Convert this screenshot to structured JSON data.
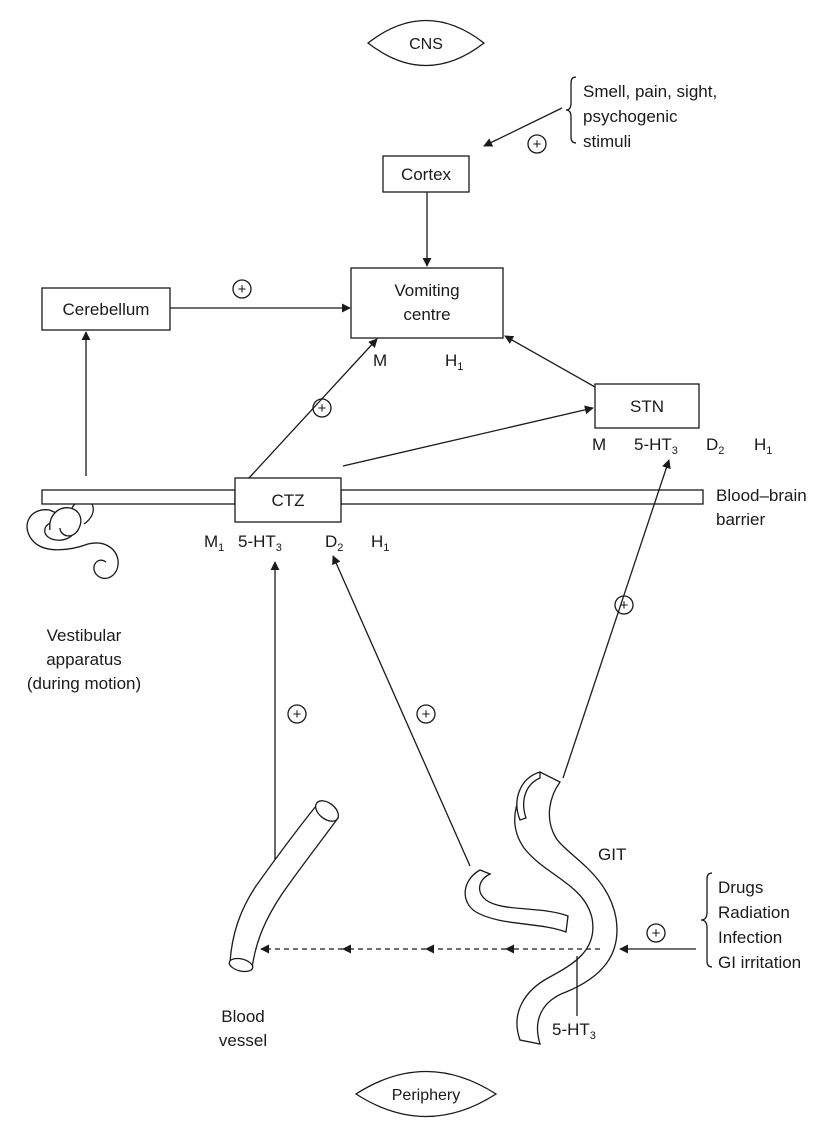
{
  "regions": {
    "top": "CNS",
    "bottom": "Periphery"
  },
  "nodes": {
    "cortex": "Cortex",
    "cerebellum": "Cerebellum",
    "vomiting_centre": [
      "Vomiting",
      "centre"
    ],
    "stn": "STN",
    "ctz": "CTZ",
    "git": "GIT"
  },
  "receptors": {
    "vomiting_centre": [
      "M",
      "H1"
    ],
    "stn": [
      "M",
      "5-HT3",
      "D2",
      "H1"
    ],
    "ctz": [
      "M1",
      "5-HT3",
      "D2",
      "H1"
    ],
    "git": "5-HT3"
  },
  "labels": {
    "blood_brain_barrier": [
      "Blood–brain",
      "barrier"
    ],
    "vestibular": [
      "Vestibular",
      "apparatus",
      "(during motion)"
    ],
    "blood_vessel": [
      "Blood",
      "vessel"
    ]
  },
  "stimuli": {
    "cortex_inputs": [
      "Smell, pain, sight,",
      "psychogenic",
      "stimuli"
    ],
    "git_inputs": [
      "Drugs",
      "Radiation",
      "Infection",
      "GI irritation"
    ]
  },
  "stimulation_symbol": "+"
}
